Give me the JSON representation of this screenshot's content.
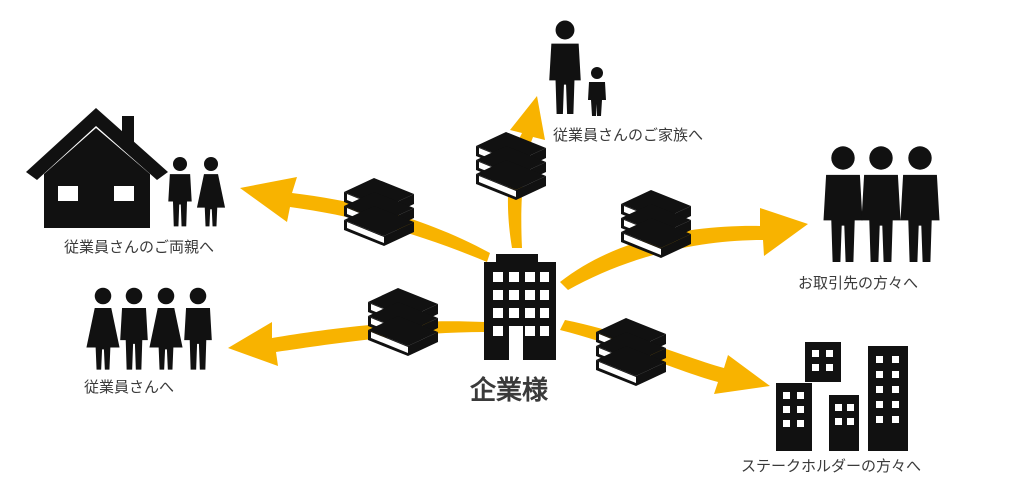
{
  "center": {
    "label": "企業様"
  },
  "targets": {
    "family": "従業員さんのご家族へ",
    "parents": "従業員さんのご両親へ",
    "employees": "従業員さんへ",
    "partners": "お取引先の方々へ",
    "stakeholders": "ステークホルダーの方々へ"
  },
  "icons": {
    "center": "office-building-icon",
    "family": "parent-child-icon",
    "parents": "house-with-couple-icon",
    "employees": "four-people-icon",
    "partners": "three-men-icon",
    "stakeholders": "city-buildings-icon",
    "book": "book-stack-icon"
  },
  "colors": {
    "arrow": "#f8b300",
    "icon": "#111111",
    "book_band": "#f8b300",
    "text": "#3a3a3a"
  }
}
